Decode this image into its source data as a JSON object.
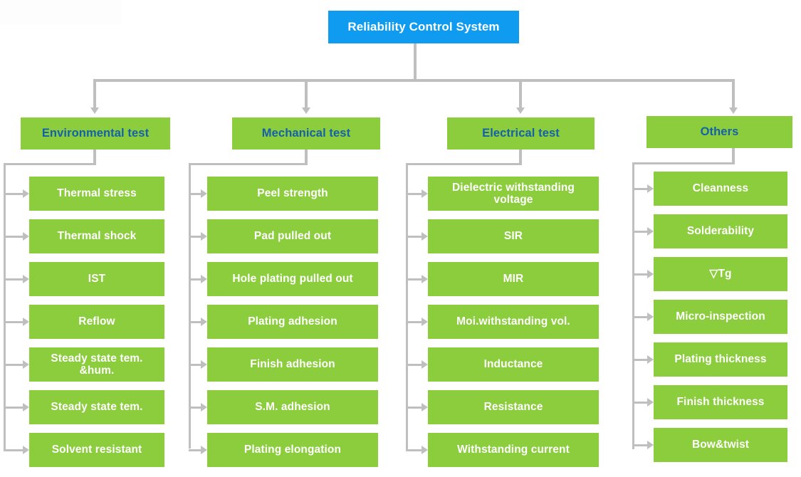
{
  "diagram": {
    "type": "organization-tree",
    "title_colors": {
      "root_background": "#0f9bef",
      "root_text": "#ffffff",
      "category_background": "#8ccd3d",
      "category_text": "#1461a8",
      "leaf_background": "#8ccd3d",
      "leaf_text": "#ffffff",
      "connector": "#bfbfbf",
      "page_background": "#ffffff"
    },
    "root": {
      "label": "Reliability Control System"
    },
    "branches": [
      {
        "label": "Environmental test",
        "items": [
          "Thermal stress",
          "Thermal shock",
          "IST",
          "Reflow",
          "Steady state tem. &hum.",
          "Steady state tem.",
          "Solvent resistant"
        ]
      },
      {
        "label": "Mechanical test",
        "items": [
          "Peel strength",
          "Pad pulled out",
          "Hole plating pulled out",
          "Plating adhesion",
          "Finish adhesion",
          "S.M. adhesion",
          "Plating elongation"
        ]
      },
      {
        "label": "Electrical test",
        "items": [
          "Dielectric withstanding voltage",
          "SIR",
          "MIR",
          "Moi.withstanding vol.",
          "Inductance",
          "Resistance",
          "Withstanding current"
        ]
      },
      {
        "label": "Others",
        "items": [
          "Cleanness",
          "Solderability",
          "▽Tg",
          "Micro-inspection",
          "Plating thickness",
          "Finish thickness",
          "Bow&twist"
        ]
      }
    ]
  }
}
